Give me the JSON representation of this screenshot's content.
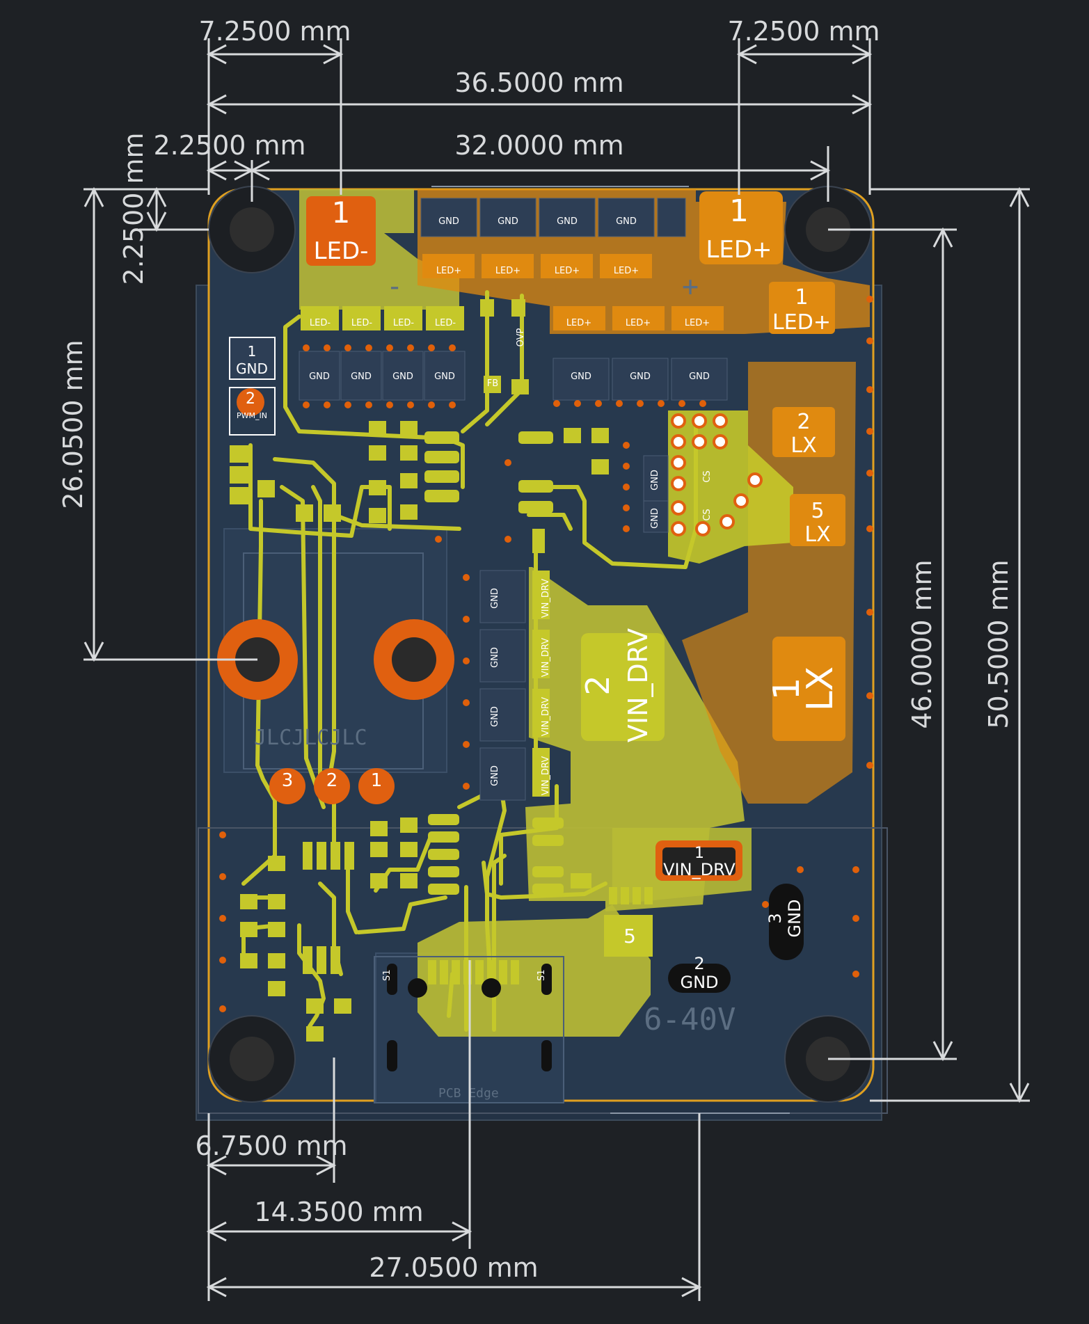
{
  "dimensions": {
    "top_left_7250": "7.2500 mm",
    "top_right_7250": "7.2500 mm",
    "width_36500": "36.5000 mm",
    "width_32000": "32.0000 mm",
    "left_2250_h": "2.2500 mm",
    "left_2250_v": "2.2500 mm",
    "left_26050": "26.0500 mm",
    "right_46000": "46.0000 mm",
    "right_50500": "50.5000 mm",
    "bottom_6750": "6.7500 mm",
    "bottom_14350": "14.3500 mm",
    "bottom_27050": "27.0500 mm"
  },
  "pads": {
    "led_minus_main": {
      "num": "1",
      "net": "LED-"
    },
    "led_plus_main": {
      "num": "1",
      "net": "LED+"
    },
    "led_plus_side": {
      "num": "1",
      "net": "LED+"
    },
    "lx_2": {
      "num": "2",
      "net": "LX"
    },
    "lx_5": {
      "num": "5",
      "net": "LX"
    },
    "lx_1": {
      "num": "1",
      "net": "LX"
    },
    "vin_drv_2": {
      "num": "2",
      "net": "VIN_DRV"
    },
    "vin_drv_1": {
      "num": "1",
      "net": "VIN_DRV"
    },
    "gnd_3": {
      "num": "3",
      "net": "GND"
    },
    "gnd_2": {
      "num": "2",
      "net": "GND"
    },
    "pwm_in": {
      "num": "2",
      "net": "PWM_IN"
    },
    "gnd_top_left": {
      "num": "1",
      "net": "GND"
    },
    "pad_5": {
      "num": "5"
    }
  },
  "small_labels": {
    "gnd": "GND",
    "led_minus": "LED-",
    "led_plus": "LED+",
    "vin_drv": "VIN_DRV",
    "ovp": "OVP",
    "fb": "FB",
    "cs": "CS",
    "s1": "S1",
    "pwm": "PWM",
    "one": "1",
    "two": "2",
    "three": "3"
  },
  "silkscreen": {
    "minus": "-",
    "plus": "+",
    "voltage": "6-40V",
    "jlc": "JLCJLCJLC",
    "pcb_edge": "PCB Edge"
  },
  "colors": {
    "background": "#1e2125",
    "board": "#243447",
    "board_edge": "#e0a020",
    "copper_pad": "#e07b00",
    "copper_pad_light": "#f09a10",
    "trace": "#c5c82a",
    "via_ring": "#e0600a",
    "dimension": "#d8dadc"
  }
}
